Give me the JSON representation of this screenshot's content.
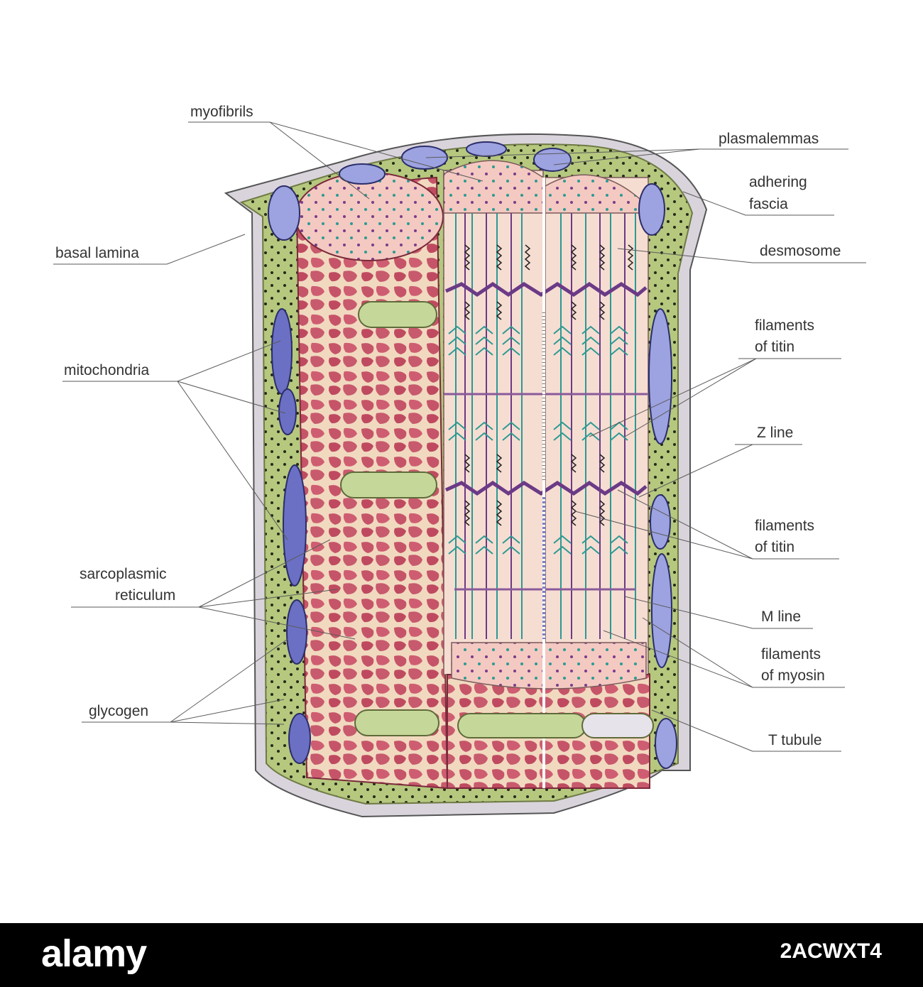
{
  "labels": {
    "myofibrils": "myofibrils",
    "plasmalemmas": "plasmalemmas",
    "adhering_fascia_1": "adhering",
    "adhering_fascia_2": "fascia",
    "basal_lamina": "basal lamina",
    "desmosome": "desmosome",
    "filaments_of_titin_top_1": "filaments",
    "filaments_of_titin_top_2": "of titin",
    "mitochondria": "mitochondria",
    "z_line": "Z line",
    "filaments_of_titin_mid_1": "filaments",
    "filaments_of_titin_mid_2": "of titin",
    "sarcoplasmic_reticulum_1": "sarcoplasmic",
    "sarcoplasmic_reticulum_2": "reticulum",
    "m_line": "M line",
    "filaments_of_myosin_1": "filaments",
    "filaments_of_myosin_2": "of myosin",
    "glycogen": "glycogen",
    "t_tubule": "T tubule"
  },
  "footer": {
    "brand": "alamy",
    "image_id": "2ACWXT4"
  },
  "colors": {
    "sarcoplasm_green": "#b5c87e",
    "membrane_grey": "#d9d4dc",
    "mitochondria_blue": "#6b70c4",
    "myofibril_red": "#c9566a",
    "reticulum_cream": "#f2dcc4",
    "sarcomere_pink": "#f6ddd2",
    "titin_purple": "#6b3a86",
    "actin_teal": "#2a9a92"
  }
}
